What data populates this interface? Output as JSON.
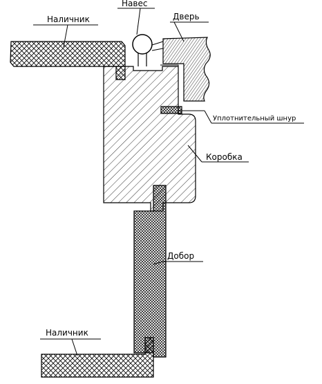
{
  "labels": {
    "trim_top": "Наличник",
    "hinge": "Навес",
    "door": "Дверь",
    "seal": "Уплотнительный шнур",
    "frame": "Коробка",
    "extension": "Добор",
    "trim_bottom": "Наличник"
  }
}
